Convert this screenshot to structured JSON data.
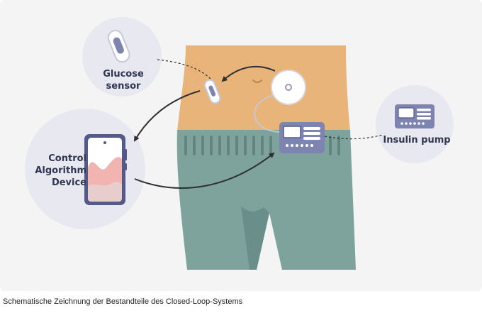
{
  "labels": {
    "glucose_sensor": [
      "Glucose",
      "sensor"
    ],
    "control_device": [
      "Control",
      "Algorithm",
      "Device"
    ],
    "insulin_pump": "Insulin pump"
  },
  "caption": "Schematische Zeichnung der Bestandteile des Closed-Loop-Systems",
  "colors": {
    "background": "#f4f4f4",
    "circle": "#e8e9f0",
    "skin": "#e9b47a",
    "pants": "#7ea39d",
    "pants_dark": "#5e817b",
    "device": "#7e84b0",
    "device_dark": "#535a8a",
    "arrow": "#2f2f33",
    "phone_wave": "#f1b4b0"
  },
  "icons": [
    "glucose-sensor-icon",
    "smartphone-icon",
    "insulin-pump-icon",
    "infusion-set-icon"
  ]
}
